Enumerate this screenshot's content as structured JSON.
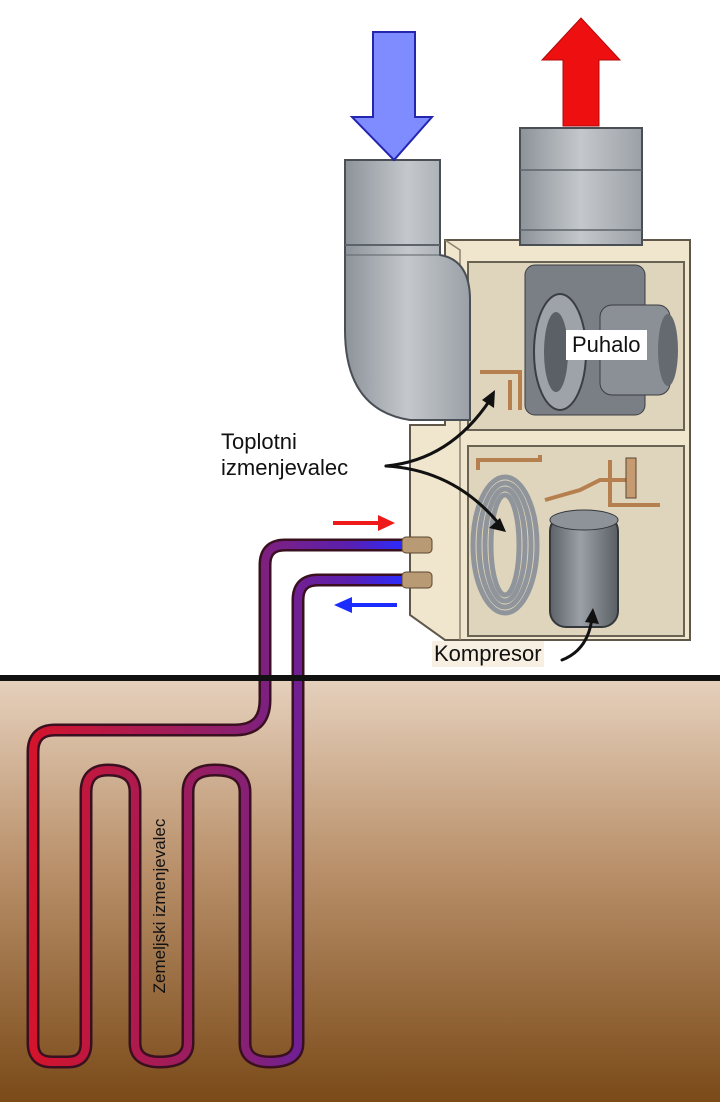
{
  "labels": {
    "heat_exchanger_line1": "Toplotni",
    "heat_exchanger_line2": "izmenjevalec",
    "fan": "Puhalo",
    "compressor": "Kompresor",
    "ground_exchanger": "Zemeljski izmenjevalec"
  },
  "colors": {
    "intake_arrow": "#7f8cff",
    "exhaust_arrow": "#ee1010",
    "warm_pipe": "#cc1530",
    "cold_pipe": "#2a2cff",
    "soil_top": "#e4cdb8",
    "soil_bottom": "#7a4a18",
    "cabinet": "#efe5cc",
    "duct": "#a9afb6"
  }
}
